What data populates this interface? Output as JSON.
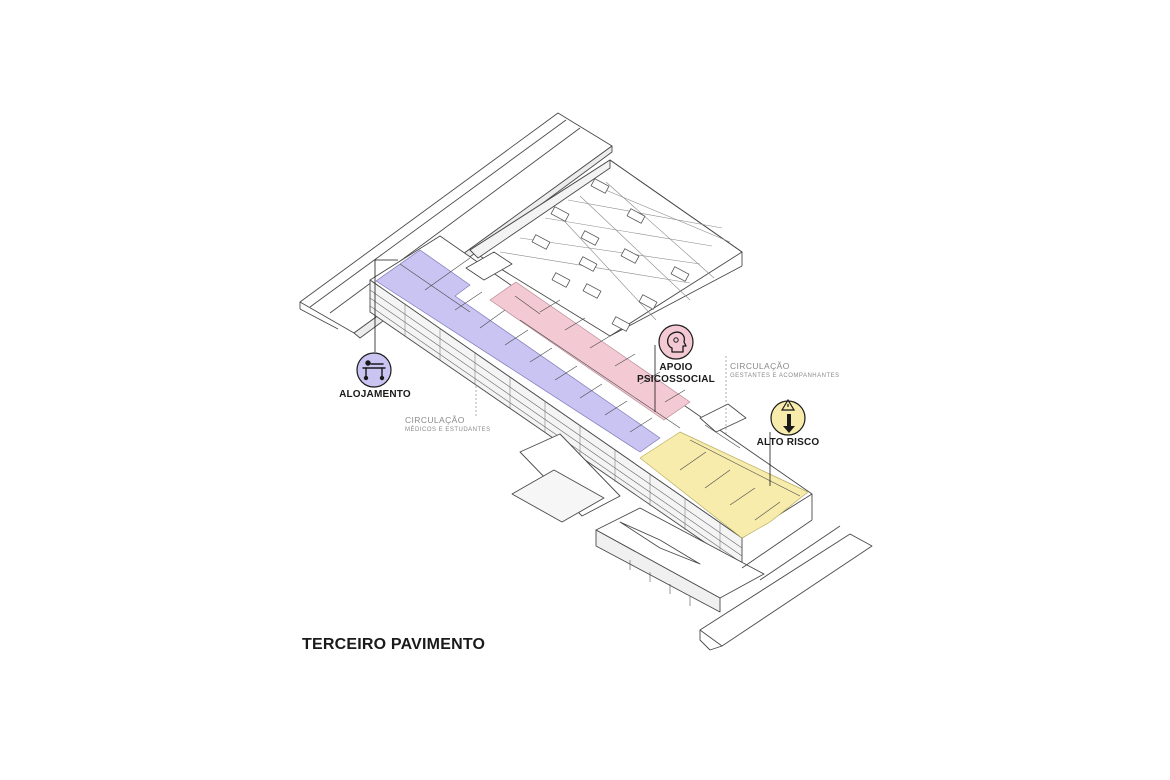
{
  "title": "TERCEIRO PAVIMENTO",
  "zones": {
    "alojamento": {
      "label": "ALOJAMENTO",
      "icon": "stretcher-icon",
      "color": "#c9c4f2"
    },
    "apoio": {
      "label_line1": "APOIO",
      "label_line2": "PSICOSSOCIAL",
      "icon": "head-heart-icon",
      "color": "#f3c9d3"
    },
    "alto_risco": {
      "label": "ALTO RISCO",
      "icon": "warning-arrow-icon",
      "color": "#f7ecab"
    }
  },
  "circulation": {
    "medicos": {
      "title": "CIRCULAÇÃO",
      "subtitle": "MÉDICOS E ESTUDANTES"
    },
    "gestantes": {
      "title": "CIRCULAÇÃO",
      "subtitle": "GESTANTES E ACOMPANHANTES"
    }
  }
}
